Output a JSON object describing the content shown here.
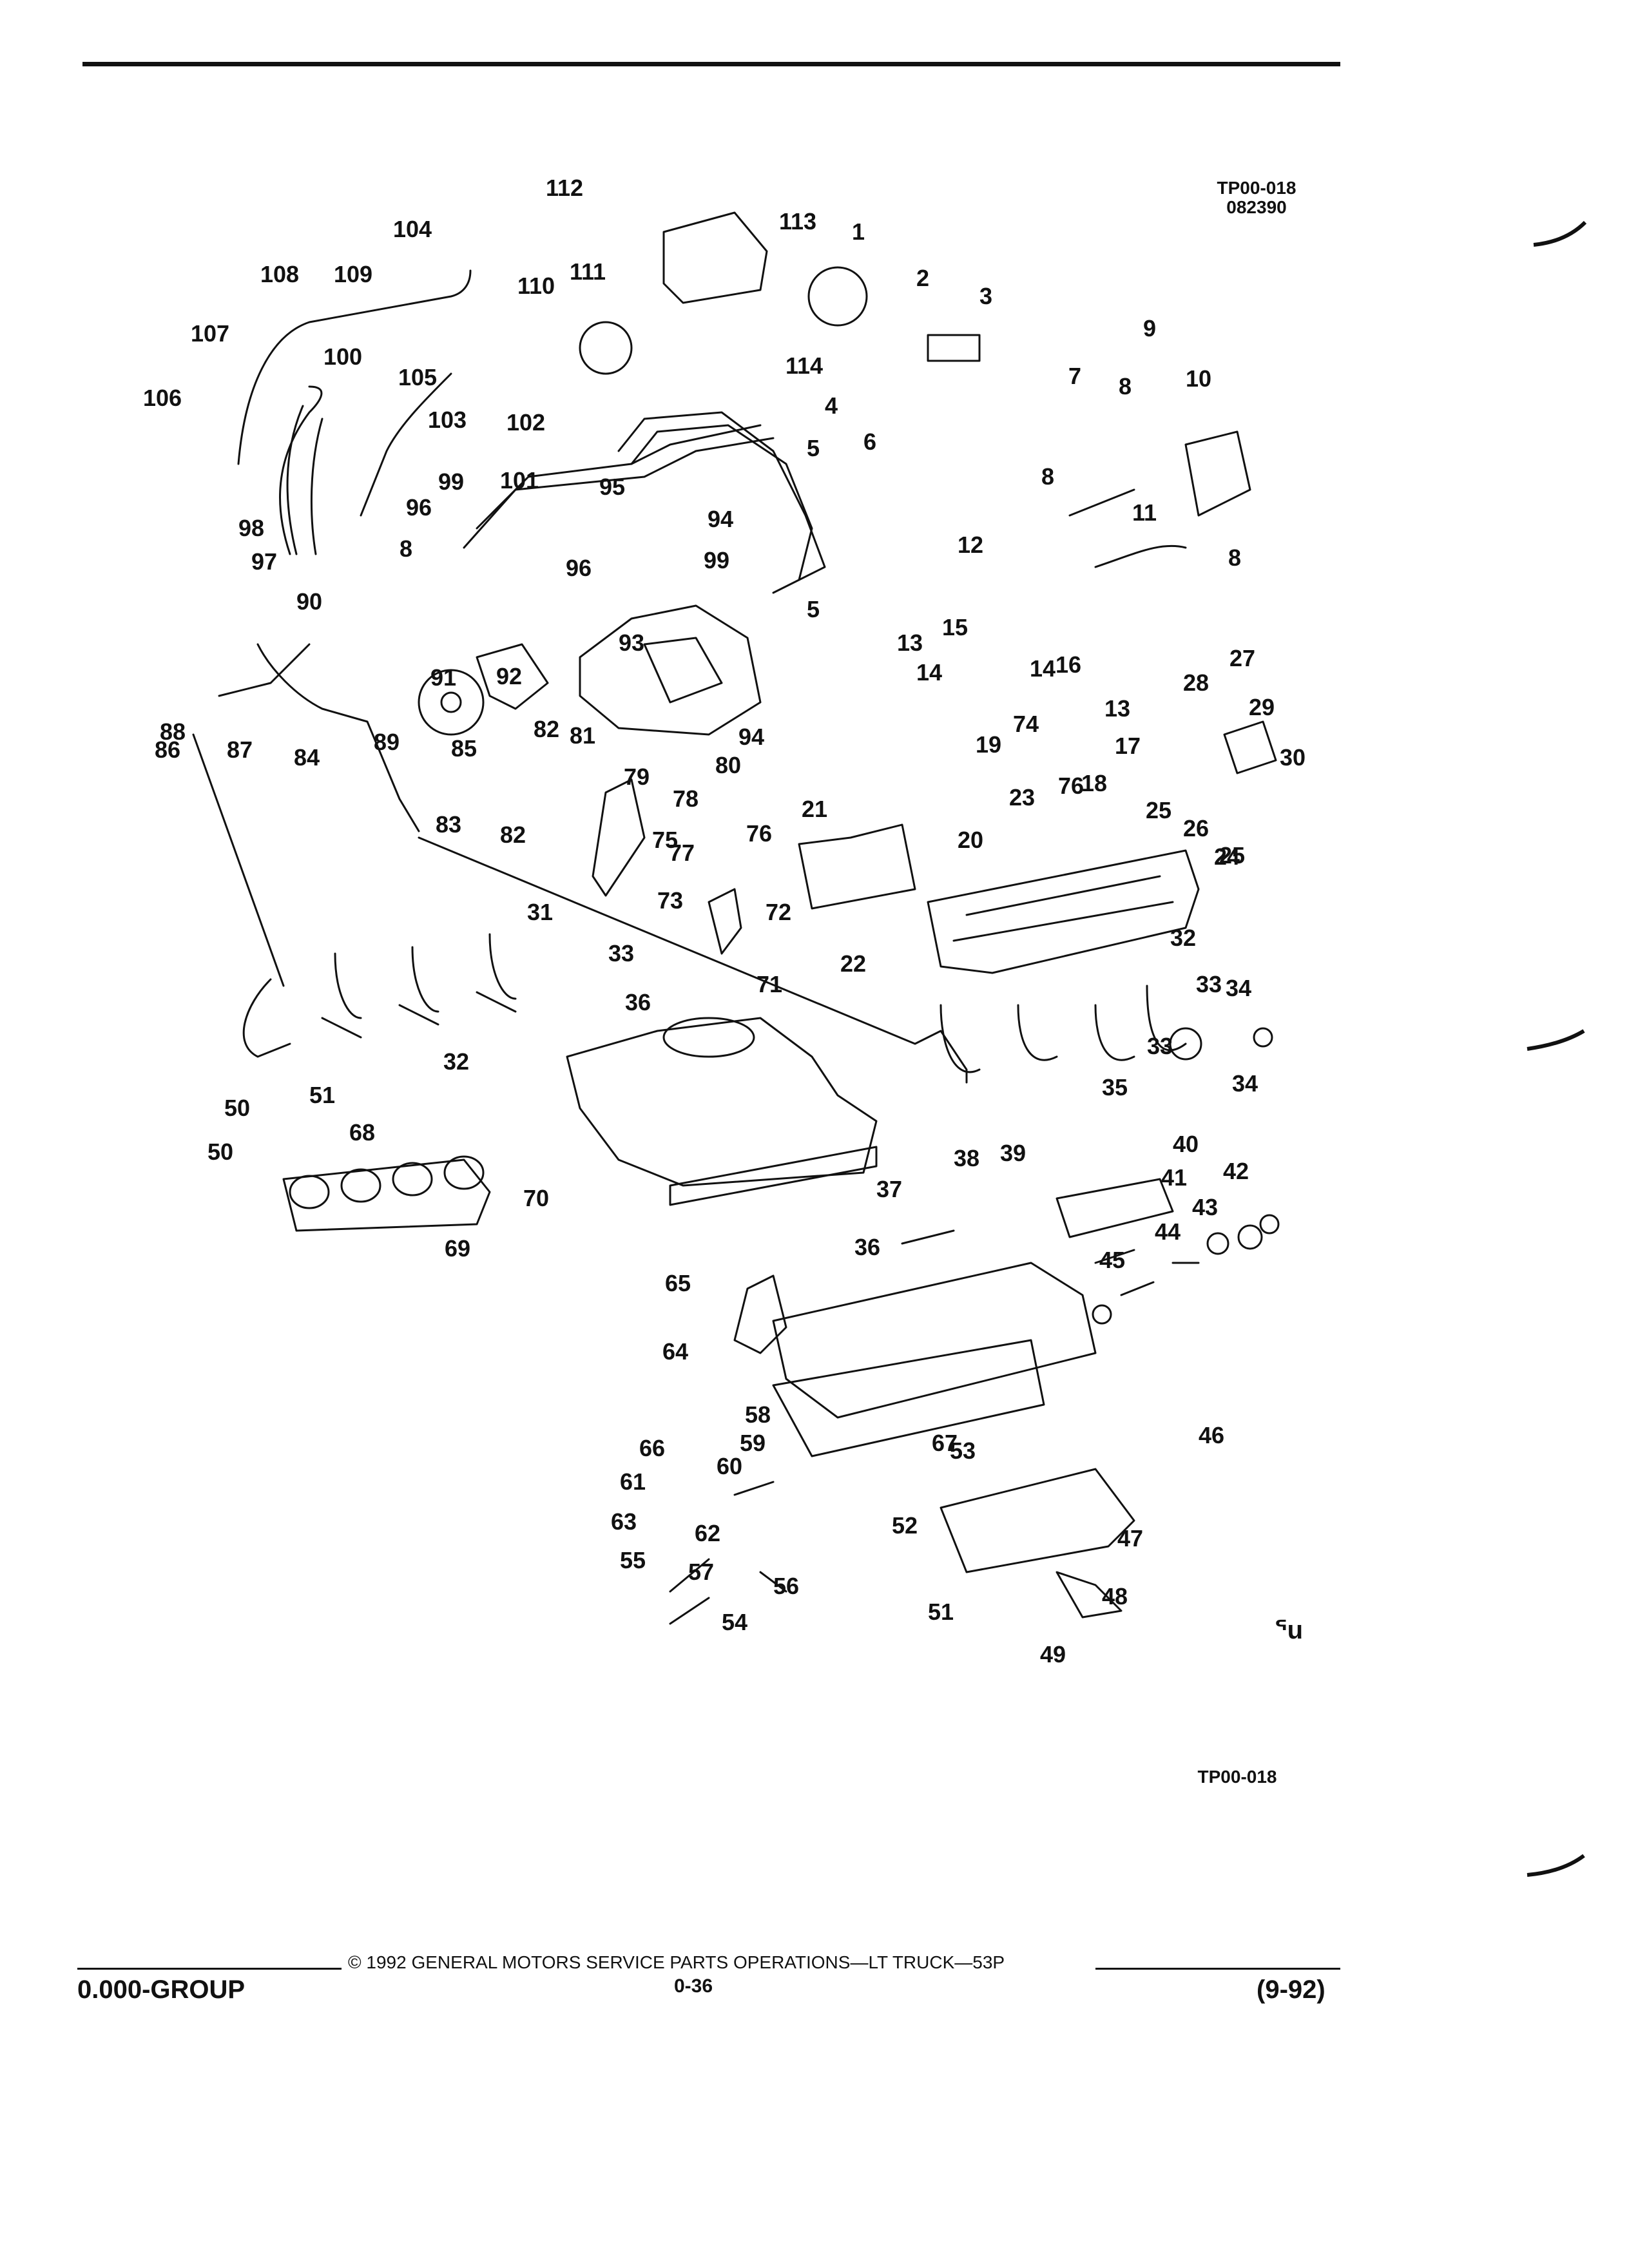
{
  "figure": {
    "code_top": "TP00-018",
    "date_code": "082390",
    "code_bottom": "TP00-018",
    "mark": "ᕐu"
  },
  "footer": {
    "copyright": "© 1992 GENERAL MOTORS SERVICE PARTS OPERATIONS—LT TRUCK—53P",
    "group": "0.000-GROUP",
    "page": "0-36",
    "date": "(9-92)"
  },
  "callouts": [
    "1",
    "2",
    "3",
    "4",
    "5",
    "5",
    "6",
    "7",
    "8",
    "8",
    "8",
    "8",
    "9",
    "10",
    "11",
    "12",
    "13",
    "13",
    "14",
    "14",
    "15",
    "16",
    "17",
    "18",
    "19",
    "20",
    "21",
    "22",
    "23",
    "24",
    "25",
    "25",
    "26",
    "27",
    "28",
    "29",
    "30",
    "31",
    "32",
    "32",
    "33",
    "33",
    "33",
    "34",
    "34",
    "35",
    "36",
    "36",
    "37",
    "38",
    "39",
    "40",
    "41",
    "42",
    "43",
    "44",
    "45",
    "46",
    "47",
    "48",
    "49",
    "50",
    "50",
    "51",
    "51",
    "52",
    "53",
    "54",
    "55",
    "56",
    "57",
    "58",
    "59",
    "60",
    "61",
    "62",
    "63",
    "64",
    "65",
    "66",
    "67",
    "68",
    "69",
    "70",
    "71",
    "72",
    "73",
    "74",
    "75",
    "76",
    "76",
    "77",
    "78",
    "79",
    "80",
    "81",
    "82",
    "82",
    "83",
    "84",
    "85",
    "86",
    "87",
    "88",
    "89",
    "90",
    "91",
    "92",
    "93",
    "94",
    "94",
    "95",
    "96",
    "96",
    "97",
    "98",
    "99",
    "99",
    "100",
    "101",
    "102",
    "103",
    "104",
    "105",
    "106",
    "107",
    "108",
    "109",
    "110",
    "111",
    "112",
    "113",
    "114"
  ]
}
